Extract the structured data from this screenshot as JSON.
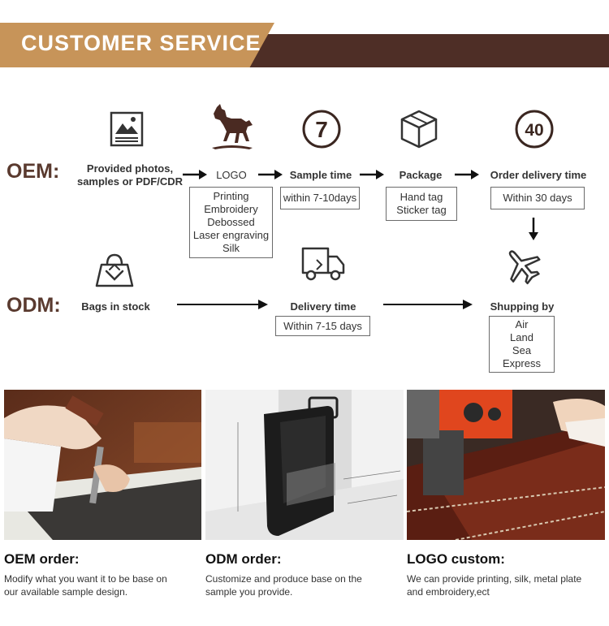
{
  "header": {
    "title": "CUSTOMER SERVICE"
  },
  "oem": {
    "label": "OEM:",
    "steps": [
      {
        "label_lines": [
          "Provided photos,",
          "samples or PDF/CDR"
        ],
        "icon": "image-icon"
      },
      {
        "label": "LOGO",
        "icon": "horse-logo-icon",
        "box": [
          "Printing",
          "Embroidery",
          "Debossed",
          "Laser engraving",
          "Silk"
        ]
      },
      {
        "label": "Sample time",
        "icon": "number-7-icon",
        "icon_text": "7",
        "box": [
          "within 7-10days"
        ]
      },
      {
        "label": "Package",
        "icon": "box-icon",
        "box": [
          "Hand tag",
          "Sticker tag"
        ]
      },
      {
        "label": "Order delivery time",
        "icon": "number-40-icon",
        "icon_text": "40",
        "box": [
          "Within 30 days"
        ]
      }
    ]
  },
  "odm": {
    "label": "ODM:",
    "steps": [
      {
        "label": "Bags in stock",
        "icon": "bag-icon"
      },
      {
        "label": "Delivery time",
        "icon": "truck-icon",
        "box": [
          "Within 7-15 days"
        ]
      },
      {
        "label": "Shupping by",
        "icon": "airplane-icon",
        "box": [
          "Air",
          "Land",
          "Sea",
          "Express"
        ]
      }
    ]
  },
  "cards": [
    {
      "title": "OEM order:",
      "desc_lines": [
        "Modify what you want it to be base on",
        "our available sample design."
      ],
      "photo": "leather-craft-photo"
    },
    {
      "title": "ODM order:",
      "desc_lines": [
        "Customize and produce base on the",
        "sample you provide."
      ],
      "photo": "backpack-diagram-photo"
    },
    {
      "title": "LOGO custom:",
      "desc_lines": [
        "We can provide printing, silk, metal plate",
        "and embroidery,ect"
      ],
      "photo": "sewing-machine-photo"
    }
  ],
  "colors": {
    "gold": "#c79459",
    "brown": "#4e2e26",
    "label_brown": "#5a3a2f"
  }
}
